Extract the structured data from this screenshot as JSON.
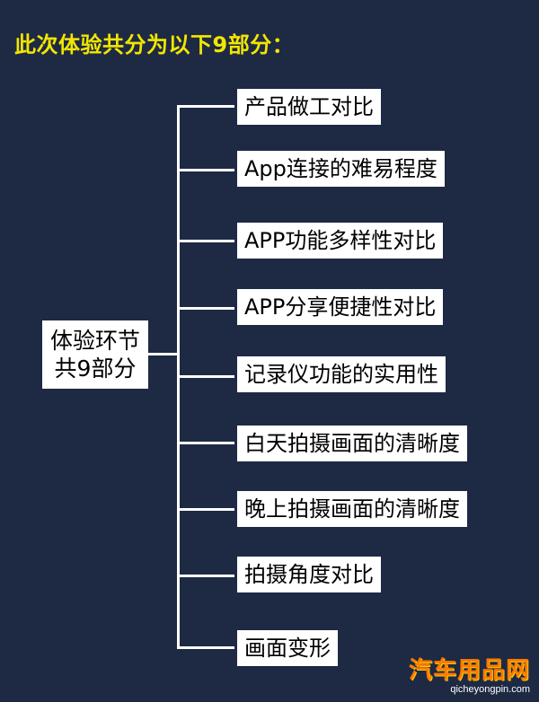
{
  "title": "此次体验共分为以下9部分：",
  "root": {
    "line1": "体验环节",
    "line2": "共9部分"
  },
  "items": [
    "产品做工对比",
    "App连接的难易程度",
    "APP功能多样性对比",
    "APP分享便捷性对比",
    "记录仪功能的实用性",
    "白天拍摄画面的清晰度",
    "晚上拍摄画面的清晰度",
    "拍摄角度对比",
    "画面变形"
  ],
  "watermark": {
    "brand": "汽车用品网",
    "url": "qicheyongpin.com"
  },
  "colors": {
    "background": "#1e2a44",
    "title": "#f2e600",
    "box": "#ffffff",
    "connector": "#ffffff",
    "watermark": "#ff7a00"
  }
}
